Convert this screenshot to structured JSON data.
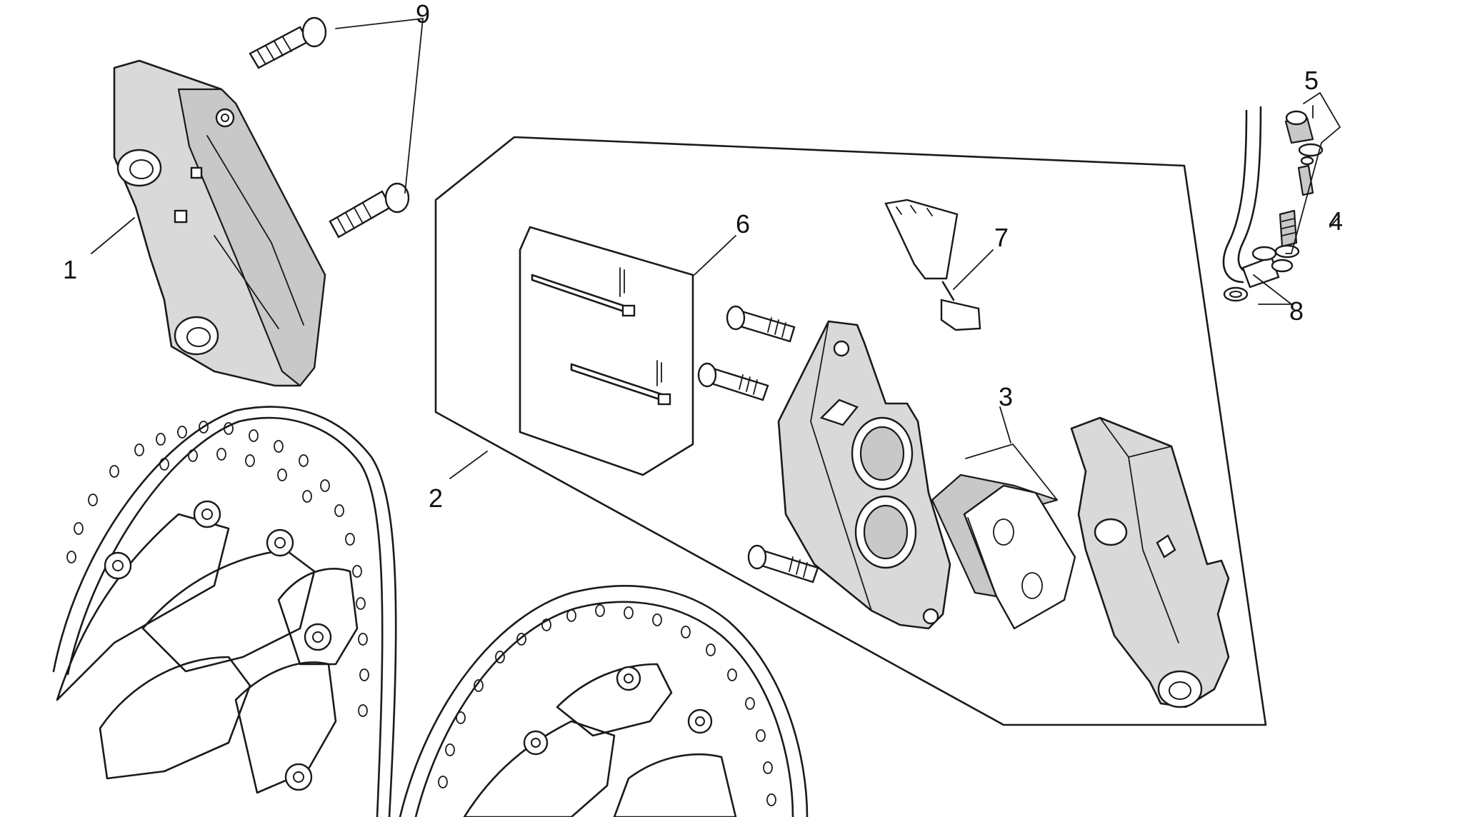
{
  "callouts": [
    {
      "id": "1",
      "label": "1"
    },
    {
      "id": "2",
      "label": "2"
    },
    {
      "id": "3",
      "label": "3"
    },
    {
      "id": "4",
      "label": "4"
    },
    {
      "id": "5",
      "label": "5"
    },
    {
      "id": "6",
      "label": "6"
    },
    {
      "id": "7",
      "label": "7"
    },
    {
      "id": "8",
      "label": "8"
    },
    {
      "id": "9",
      "label": "9"
    }
  ],
  "colors": {
    "line": "#1a1a1a",
    "part_fill": "#d9d9d9",
    "background": "#ffffff"
  }
}
